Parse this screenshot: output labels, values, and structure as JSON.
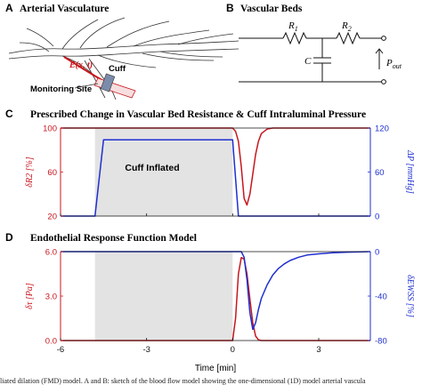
{
  "panel_a": {
    "letter": "A",
    "title": "Arterial Vasculature",
    "cuff_label": "Cuff",
    "monitoring_label": "Monitoring Site",
    "elasticity_label": "E(x, t)"
  },
  "panel_b": {
    "letter": "B",
    "title": "Vascular Beds",
    "r1_label": "R",
    "r1_sub": "1",
    "r2_label": "R",
    "r2_sub": "2",
    "c_label": "C",
    "pout_label": "P",
    "pout_sub": "out"
  },
  "panel_c": {
    "letter": "C",
    "title": "Prescribed Change in Vascular Bed Resistance & Cuff Intraluminal Pressure",
    "shade_label": "Cuff Inflated"
  },
  "panel_d": {
    "letter": "D",
    "title": "Endothelial Response Function Model"
  },
  "x_axis": {
    "label": "Time [min]",
    "ticks": [
      "-6",
      "-3",
      "0",
      "3"
    ]
  },
  "caption": "liated dilation (FMD) model. A and B: sketch of the blood flow model showing the one-dimensional (1D) model arterial vascula",
  "colors": {
    "red": "#c8161d",
    "blue": "#1f2fd0",
    "shade": "#e3e3e3"
  },
  "chart_data": [
    {
      "type": "line",
      "title": "Prescribed Change in Vascular Bed Resistance & Cuff Intraluminal Pressure",
      "xlabel": "",
      "ylabel_left": "δR2 [%]",
      "ylabel_right": "ΔP [mmHg]",
      "xlim": [
        -6,
        4.8
      ],
      "ylim_left": [
        20,
        100
      ],
      "ylim_right": [
        0,
        120
      ],
      "left_ticks": [
        "20",
        "60",
        "100"
      ],
      "right_ticks": [
        "0",
        "60",
        "120"
      ],
      "shaded_region": [
        -4.8,
        0
      ],
      "series": [
        {
          "axis": "left",
          "color": "red",
          "x": [
            -6,
            0,
            0.1,
            0.2,
            0.3,
            0.4,
            0.5,
            0.6,
            0.7,
            0.8,
            0.9,
            1.0,
            1.2,
            1.4,
            1.6,
            4.8
          ],
          "y": [
            100,
            100,
            97,
            88,
            65,
            36,
            30,
            40,
            58,
            76,
            88,
            95,
            99,
            100,
            100,
            100
          ]
        },
        {
          "axis": "right",
          "color": "blue",
          "x": [
            -6,
            -4.8,
            -4.5,
            0,
            0.2,
            4.8
          ],
          "y": [
            0,
            0,
            104,
            104,
            0,
            0
          ]
        }
      ]
    },
    {
      "type": "line",
      "title": "Endothelial Response Function Model",
      "xlabel": "Time [min]",
      "ylabel_left": "δτ [Pa]",
      "ylabel_right": "δEWSS [%]",
      "xlim": [
        -6,
        4.8
      ],
      "ylim_left": [
        0,
        6
      ],
      "ylim_right": [
        -80,
        0
      ],
      "left_ticks": [
        "0.0",
        "3.0",
        "6.0"
      ],
      "right_ticks": [
        "-80",
        "-40",
        "0"
      ],
      "shaded_region": [
        -4.8,
        0
      ],
      "series": [
        {
          "axis": "left",
          "color": "red",
          "x": [
            -6,
            0,
            0.1,
            0.2,
            0.3,
            0.4,
            0.5,
            0.6,
            0.7,
            0.8,
            0.9,
            1.0,
            4.8
          ],
          "y": [
            0,
            0,
            1.5,
            4.5,
            5.6,
            5.5,
            4.5,
            2.8,
            1.2,
            0.3,
            0.05,
            0,
            0
          ]
        },
        {
          "axis": "right",
          "color": "blue",
          "x": [
            -6,
            0.3,
            0.4,
            0.5,
            0.6,
            0.7,
            0.8,
            0.9,
            1.0,
            1.2,
            1.4,
            1.6,
            1.8,
            2.0,
            2.3,
            2.6,
            3.0,
            3.5,
            4.0,
            4.8
          ],
          "y": [
            0,
            0,
            -5,
            -25,
            -55,
            -70,
            -64,
            -52,
            -42,
            -30,
            -21,
            -15,
            -11,
            -8,
            -5,
            -3,
            -2,
            -1,
            -0.5,
            0
          ]
        }
      ]
    }
  ]
}
